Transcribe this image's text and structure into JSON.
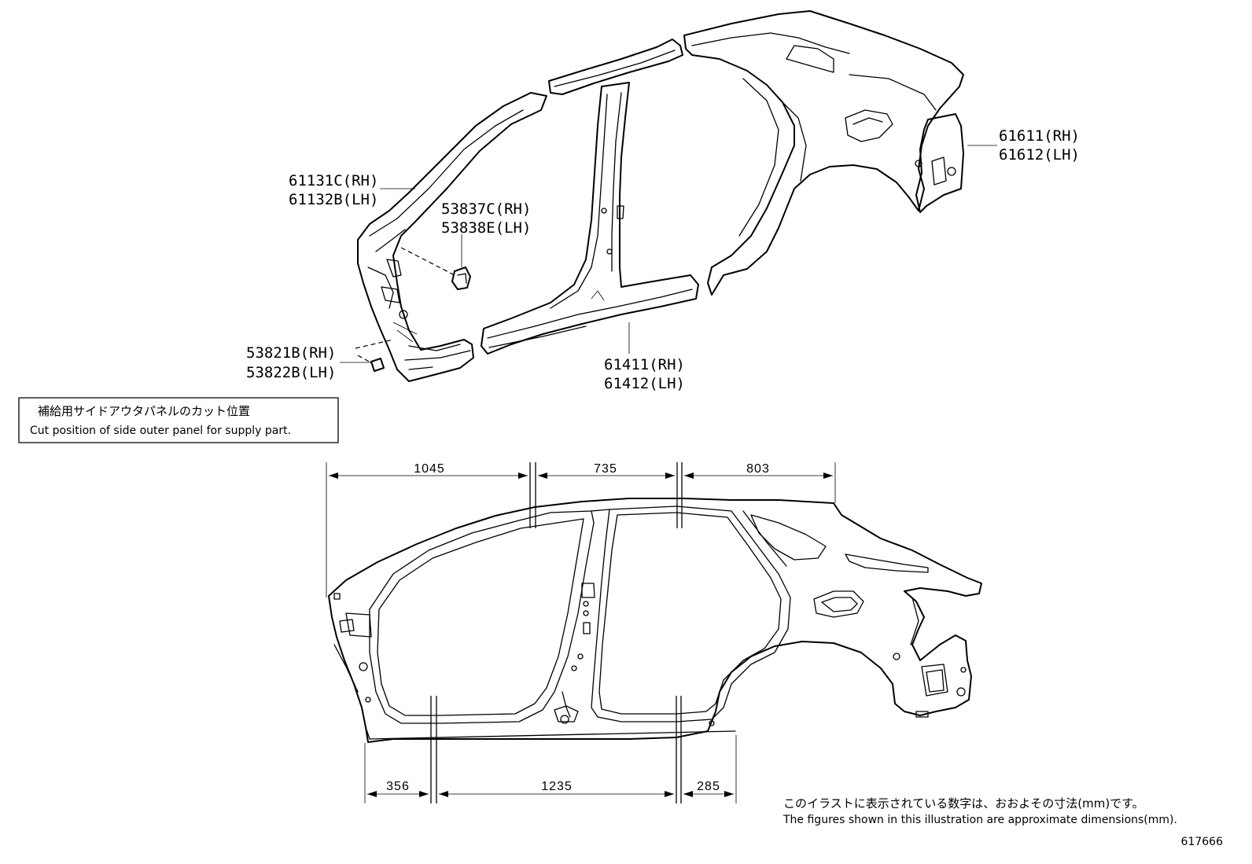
{
  "parts": [
    {
      "rh": "61131C(RH)",
      "lh": "61132B(LH)"
    },
    {
      "rh": "53837C(RH)",
      "lh": "53838E(LH)"
    },
    {
      "rh": "53821B(RH)",
      "lh": "53822B(LH)"
    },
    {
      "rh": "61411(RH)",
      "lh": "61412(LH)"
    },
    {
      "rh": "61611(RH)",
      "lh": "61612(LH)"
    }
  ],
  "cut_note": {
    "ja": "補給用サイドアウタパネルのカット位置",
    "en": "Cut position of side outer panel for supply part."
  },
  "dimensions": {
    "top": [
      "1045",
      "735",
      "803"
    ],
    "bottom": [
      "356",
      "1235",
      "285"
    ]
  },
  "footer": {
    "ja": "このイラストに表示されている数字は、おおよその寸法(mm)です。",
    "en": "The figures shown in this illustration are approximate dimensions(mm).",
    "id": "617666"
  }
}
